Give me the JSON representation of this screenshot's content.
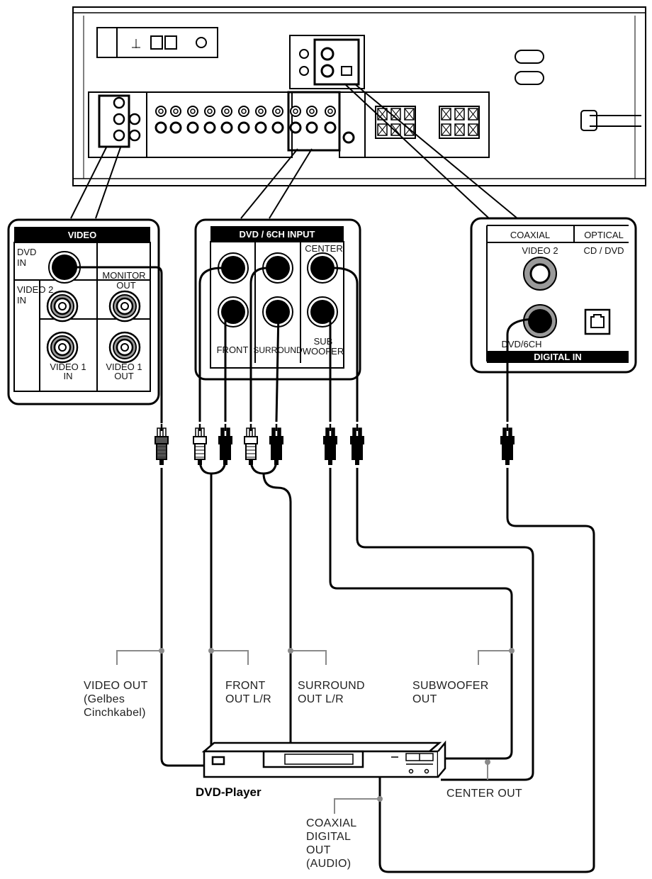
{
  "colors": {
    "line": "#000000",
    "callout": "#8a8a8a",
    "highlight_ring": "#9a9a9a",
    "header_fill": "#000000",
    "background": "#ffffff"
  },
  "video_panel": {
    "header": "VIDEO",
    "dvd_in": [
      "DVD",
      "IN"
    ],
    "video2_in": [
      "VIDEO 2",
      "IN"
    ],
    "monitor_out": [
      "MONITOR",
      "OUT"
    ],
    "video1_in": [
      "VIDEO 1",
      "IN"
    ],
    "video1_out": [
      "VIDEO 1",
      "OUT"
    ]
  },
  "dvd6ch_panel": {
    "header": "DVD / 6CH INPUT",
    "center": "CENTER",
    "front": "FRONT",
    "surround": "SURROUND",
    "subwoofer": [
      "SUB",
      "WOOFER"
    ]
  },
  "digital_panel": {
    "coaxial": "COAXIAL",
    "optical": "OPTICAL",
    "video2": "VIDEO 2",
    "cd_dvd": "CD / DVD",
    "dvd_6ch": "DVD/6CH",
    "footer": "DIGITAL IN"
  },
  "callouts": {
    "video_out": [
      "VIDEO OUT",
      "(Gelbes",
      "Cinchkabel)"
    ],
    "front_out": [
      "FRONT",
      "OUT L/R"
    ],
    "surround_out": [
      "SURROUND",
      "OUT L/R"
    ],
    "subwoofer_out": [
      "SUBWOOFER",
      "OUT"
    ],
    "center_out": "CENTER OUT",
    "coaxial_digital_out": [
      "COAXIAL",
      "DIGITAL",
      "OUT",
      "(AUDIO)"
    ]
  },
  "dvd_player": {
    "label": "DVD-Player"
  }
}
